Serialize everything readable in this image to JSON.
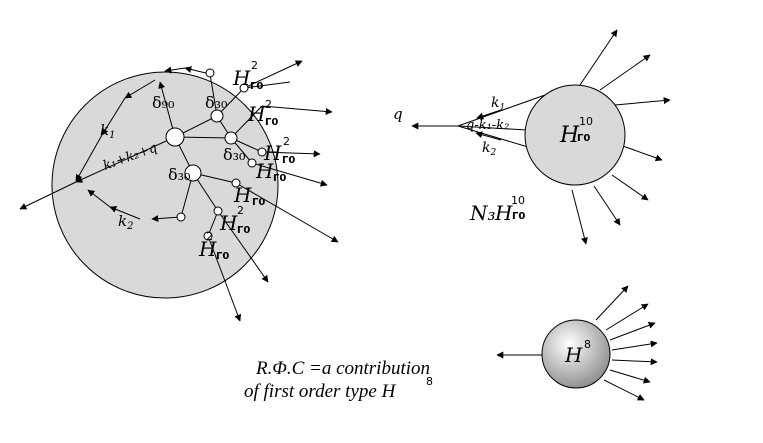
{
  "labels": {
    "k1": "k",
    "k1_sub": "1",
    "k2": "k",
    "k2_sub": "2",
    "k1_plus_k2_q": "k₁+k₂+q",
    "q": "q",
    "q_minus": "q-k₁-k₂",
    "delta90": "δ₉₀",
    "delta30": "δ₃₀",
    "H": "H",
    "H_sub": "Γ0",
    "H_sup": "2",
    "H10_sup": "10",
    "N3": "N₃",
    "H8": "H",
    "H8_sup": "8"
  },
  "caption": {
    "line1": "R.Φ.C =a contribution",
    "line2": "of first  order type H",
    "line2_sup": "8"
  }
}
